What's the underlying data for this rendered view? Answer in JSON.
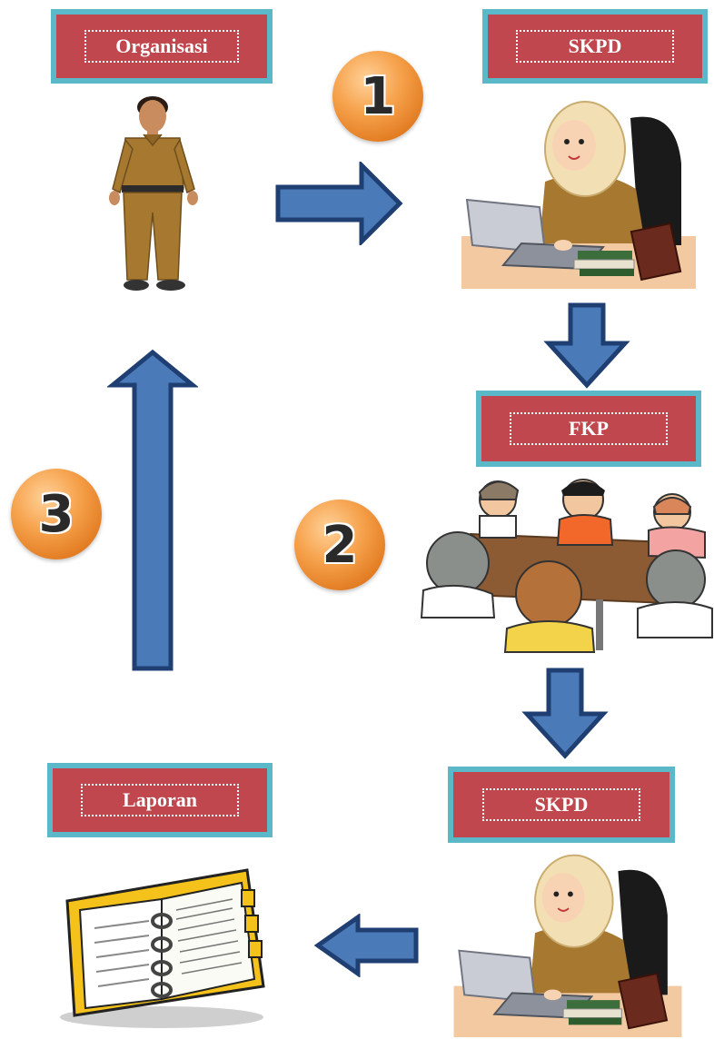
{
  "labels": {
    "organisasi": "Organisasi",
    "skpd_top": "SKPD",
    "fkp": "FKP",
    "skpd_bottom": "SKPD",
    "laporan": "Laporan"
  },
  "steps": {
    "one": "1",
    "two": "2",
    "three": "3"
  },
  "colors": {
    "label_fill": "#c0474d",
    "label_border": "#5bb8c9",
    "arrow_fill": "#4a7ab8",
    "arrow_stroke": "#1f3f72",
    "badge": "#f6a24c"
  },
  "icons": {
    "organisasi": "officer-figure-icon",
    "skpd": "woman-at-laptop-icon",
    "fkp": "meeting-table-icon",
    "laporan": "open-binder-icon"
  }
}
